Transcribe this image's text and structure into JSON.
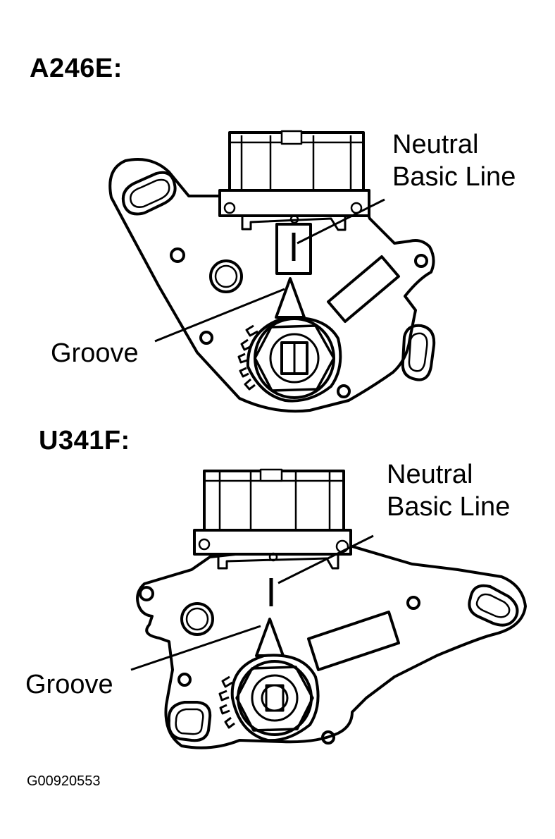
{
  "panels": [
    {
      "title": "A246E:",
      "neutral_label_line1": "Neutral",
      "neutral_label_line2": "Basic Line",
      "groove_label": "Groove"
    },
    {
      "title": "U341F:",
      "neutral_label_line1": "Neutral",
      "neutral_label_line2": "Basic Line",
      "groove_label": "Groove"
    }
  ],
  "figure_id": "G00920553"
}
